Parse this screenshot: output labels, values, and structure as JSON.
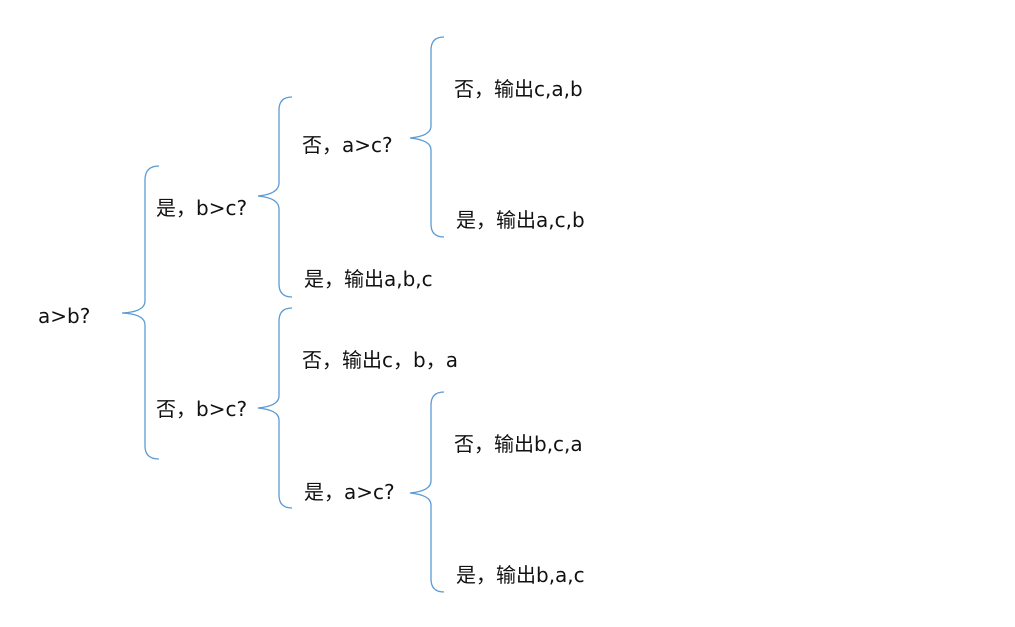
{
  "diagram": {
    "bracket_color": "#5b9bd5",
    "text_color": "#111111",
    "root": {
      "label": "a>b?"
    },
    "level1": {
      "yes": {
        "label": "是，b>c?"
      },
      "no": {
        "label": "否，b>c?"
      }
    },
    "level2": {
      "yes_no": {
        "label": "否，a>c?"
      },
      "yes_yes": {
        "label": "是，输出a,b,c"
      },
      "no_no": {
        "label": "否，输出c，b，a"
      },
      "no_yes": {
        "label": "是，a>c?"
      }
    },
    "level3": {
      "yes_no_no": {
        "label": "否，输出c,a,b"
      },
      "yes_no_yes": {
        "label": "是，输出a,c,b"
      },
      "no_yes_no": {
        "label": "否，输出b,c,a"
      },
      "no_yes_yes": {
        "label": "是，输出b,a,c"
      }
    }
  }
}
